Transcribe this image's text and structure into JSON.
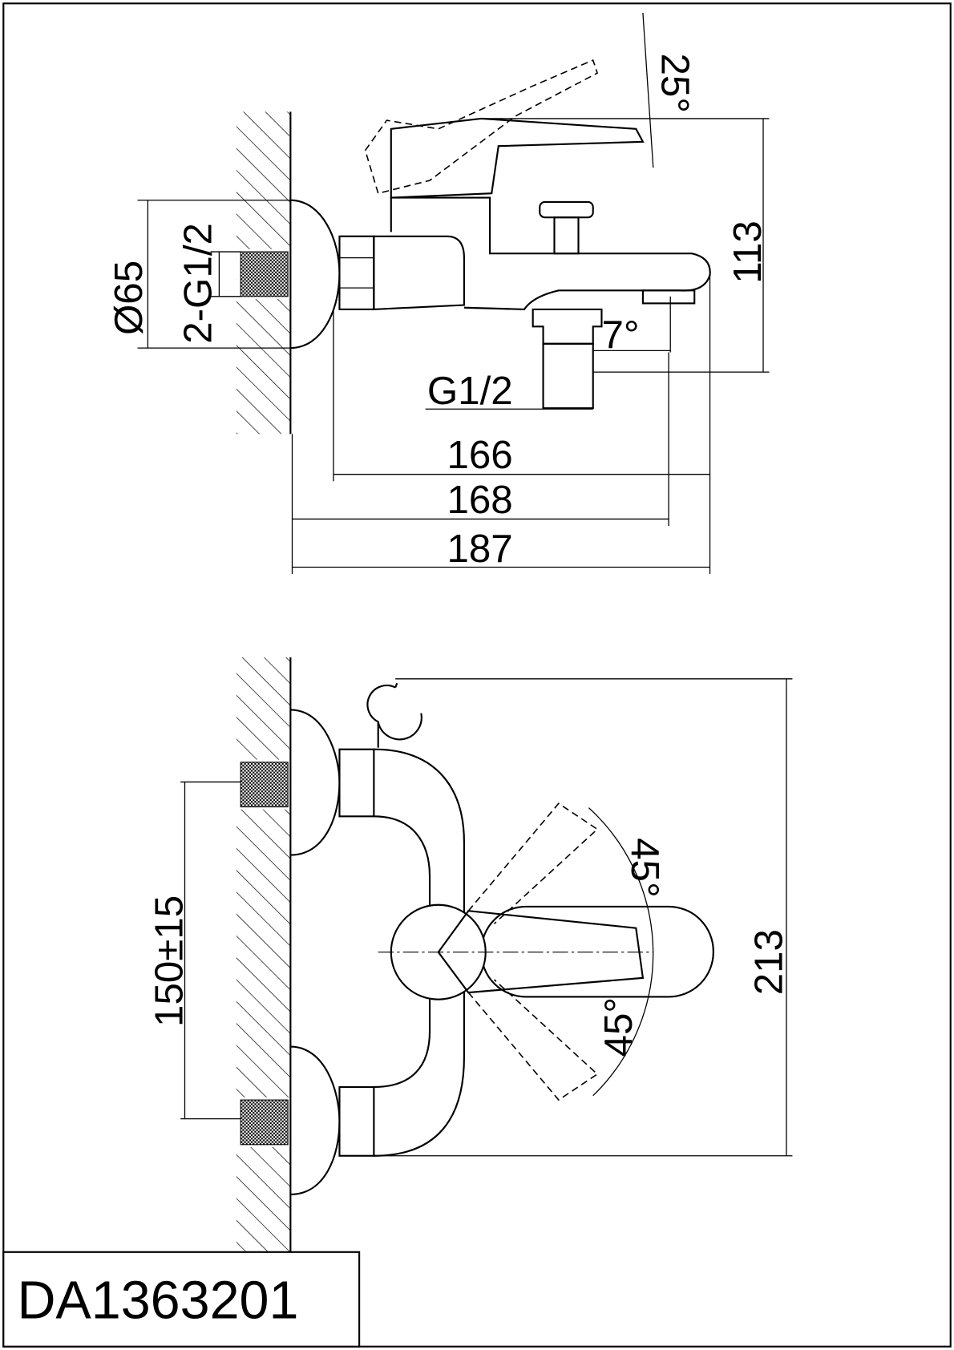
{
  "model_number": "DA1363201",
  "side_view": {
    "angle_lever": "25°",
    "height": "113",
    "flange_diameter": "Ø65",
    "inlet_thread": "2-G1/2",
    "spout_angle": "7°",
    "outlet_thread": "G1/2",
    "width_166": "166",
    "width_168": "168",
    "width_187": "187"
  },
  "top_view": {
    "inlet_spacing": "150±15",
    "depth": "213",
    "rotation_up": "45°",
    "rotation_down": "45°"
  }
}
